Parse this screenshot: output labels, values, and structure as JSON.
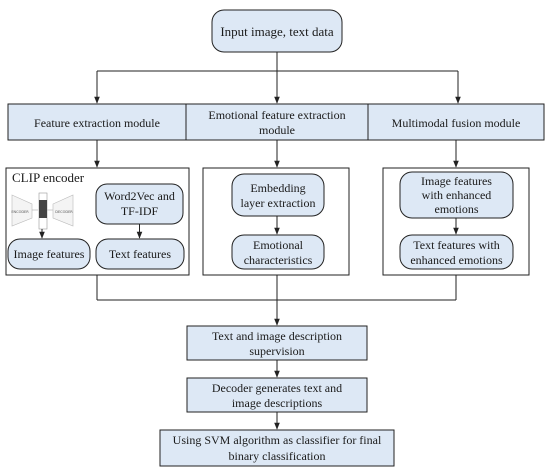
{
  "nodes": {
    "input": "Input image, text data",
    "feature_module": "Feature extraction module",
    "emotional_module_line1": "Emotional feature extraction",
    "emotional_module_line2": "module",
    "fusion_module": "Multimodal fusion module",
    "clip_title": "CLIP encoder",
    "encoder_label": "ENCODER",
    "decoder_label": "DECODER",
    "word2vec_line1": "Word2Vec and",
    "word2vec_line2": "TF-IDF",
    "image_features": "Image features",
    "text_features": "Text features",
    "embedding_line1": "Embedding",
    "embedding_line2": "layer extraction",
    "emotional_char_line1": "Emotional",
    "emotional_char_line2": "characteristics",
    "img_enh_line1": "Image features",
    "img_enh_line2": "with enhanced",
    "img_enh_line3": "emotions",
    "txt_enh_line1": "Text features with",
    "txt_enh_line2": "enhanced emotions",
    "supervision_line1": "Text and image description",
    "supervision_line2": "supervision",
    "decoder_gen_line1": "Decoder generates text and",
    "decoder_gen_line2": "image descriptions",
    "svm_line1": "Using SVM algorithm as classifier for final",
    "svm_line2": "binary classification"
  },
  "colors": {
    "box_fill": "#dde8f5",
    "line": "#222222",
    "panel_fill": "#ffffff"
  }
}
